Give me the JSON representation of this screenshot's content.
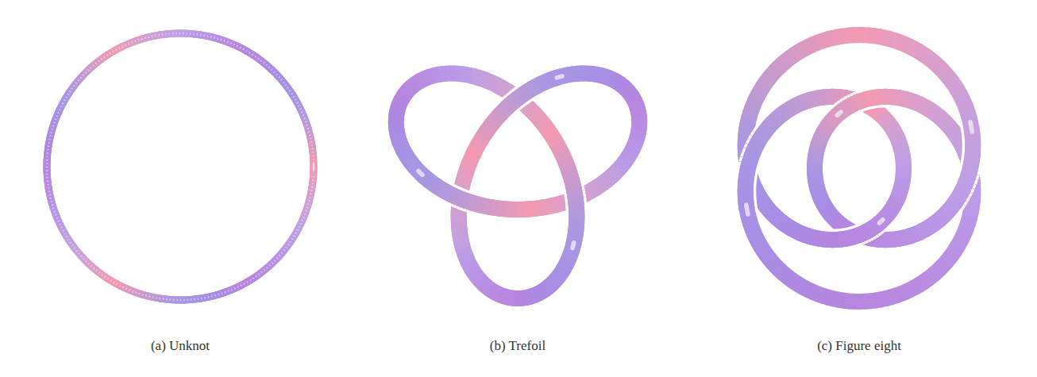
{
  "diagram": {
    "labels": [
      "(a) Unknot",
      "(b) Trefoil",
      "(c) Figure eight"
    ]
  }
}
